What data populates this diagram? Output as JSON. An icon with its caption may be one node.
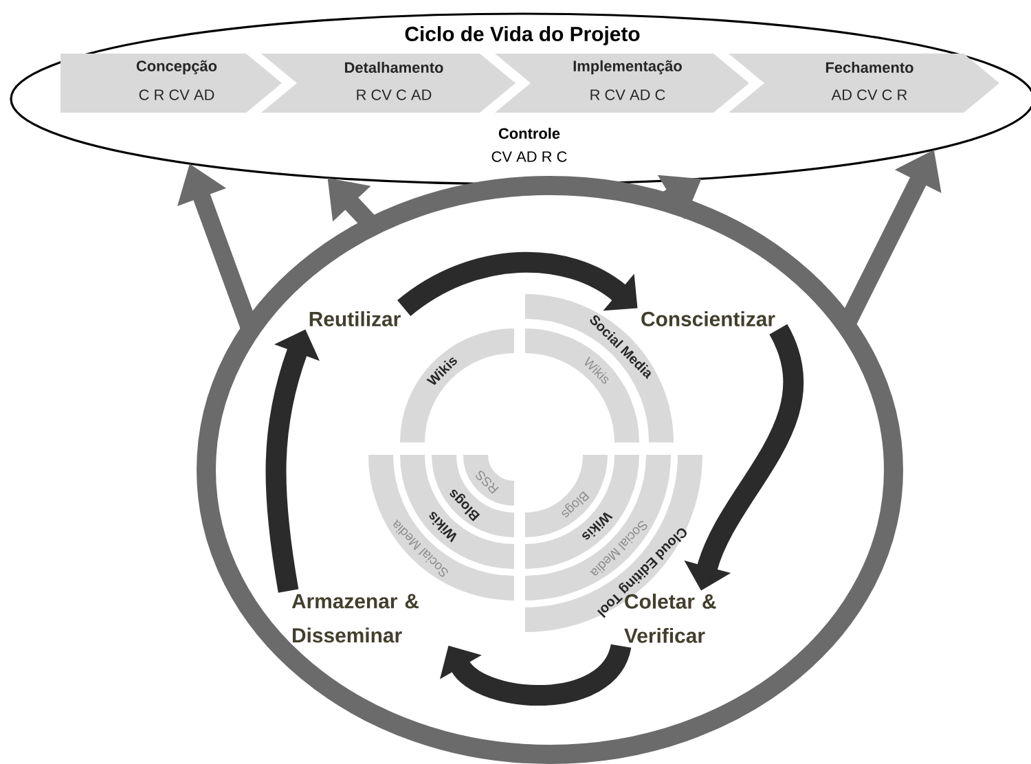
{
  "diagram": {
    "nodes": [
      {
        "text": [
          "Ciclo de Vida do Projeto",
          "Controle",
          "CV AD R C"
        ]
      },
      {
        "text": [
          "Concepção",
          "C R CV AD"
        ],
        "in": 0
      },
      {
        "text": [
          "Detalhamento",
          "R CV C AD"
        ],
        "in": 0
      },
      {
        "text": [
          "Implementação",
          "R CV AD C"
        ],
        "in": 0
      },
      {
        "text": [
          "Fechamento",
          "AD CV C R"
        ],
        "in": 0
      },
      {
        "text": [],
        "shape": "circle"
      },
      {
        "text": [
          "Reutilizar"
        ],
        "in": 5
      },
      {
        "text": [
          "Conscientizar"
        ],
        "in": 5
      },
      {
        "text": [
          "Armazenar & Disseminar"
        ],
        "in": 5
      },
      {
        "text": [
          "Coletar & Verificar"
        ],
        "in": 5
      }
    ],
    "edges": [
      {
        "from": 5,
        "to": 0,
        "arrow": "to",
        "color": "#6b6b6b"
      },
      {
        "from": 5,
        "to": 0,
        "arrow": "to",
        "color": "#6b6b6b"
      },
      {
        "from": 5,
        "to": 0,
        "arrow": "to",
        "color": "#6b6b6b"
      },
      {
        "from": 5,
        "to": 0,
        "arrow": "to",
        "color": "#6b6b6b"
      },
      {
        "from": 6,
        "to": 7,
        "arrow": "to",
        "color": "#2b2b2b"
      },
      {
        "from": 7,
        "to": 9,
        "arrow": "to",
        "color": "#2b2b2b"
      },
      {
        "from": 9,
        "to": 8,
        "arrow": "to",
        "color": "#2b2b2b"
      },
      {
        "from": 8,
        "to": 6,
        "arrow": "to",
        "color": "#2b2b2b"
      }
    ],
    "labels": [
      "Wikis",
      "Social Media",
      "Wikis",
      "RSS",
      "Blogs",
      "Wikis",
      "Social Media",
      "Blogs",
      "Wikis",
      "Social Media",
      "Cloud Editing Tool"
    ]
  }
}
